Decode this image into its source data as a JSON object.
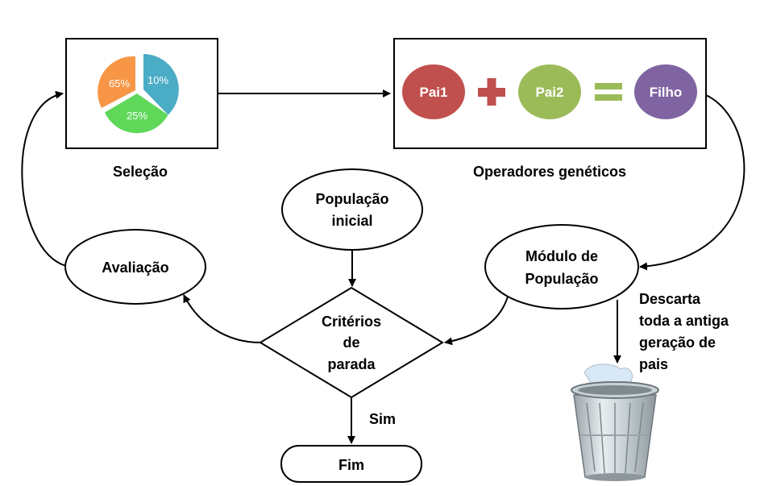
{
  "selection": {
    "label": "Seleção",
    "pie": [
      {
        "label": "10%",
        "color": "#4bacc6"
      },
      {
        "label": "25%",
        "color": "#5fd85a"
      },
      {
        "label": "65%",
        "color": "#f79646"
      }
    ]
  },
  "operators": {
    "label": "Operadores genéticos",
    "parent1": {
      "label": "Pai1",
      "color": "#c0504d"
    },
    "parent2": {
      "label": "Pai2",
      "color": "#9bbb59"
    },
    "child": {
      "label": "Filho",
      "color": "#8064a2"
    },
    "plus_color": "#c0504d",
    "equals_color": "#9bbb59"
  },
  "initial_population": {
    "line1": "População",
    "line2": "inicial"
  },
  "evaluation": {
    "label": "Avaliação"
  },
  "population_module": {
    "line1": "Módulo de",
    "line2": "População"
  },
  "stop_criteria": {
    "line1": "Critérios",
    "line2": "de",
    "line3": "parada"
  },
  "yes_label": "Sim",
  "end": {
    "label": "Fim"
  },
  "discard_note": {
    "line1": "Descarta",
    "line2": "toda a antiga",
    "line3": "geração de",
    "line4": "pais"
  },
  "trash_icon": "trash-can-icon"
}
